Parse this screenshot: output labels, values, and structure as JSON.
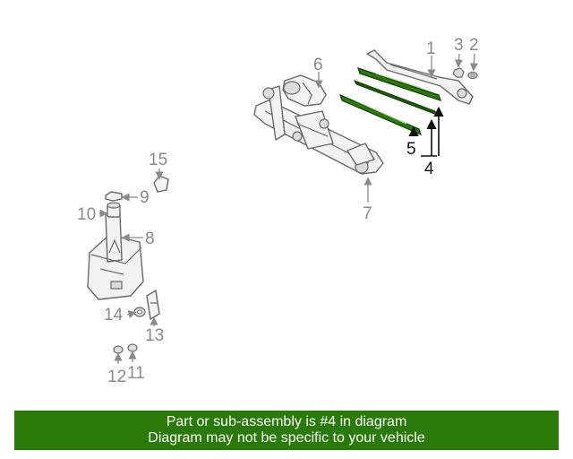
{
  "callouts": {
    "c1": "1",
    "c2": "2",
    "c3": "3",
    "c4": "4",
    "c5": "5",
    "c6": "6",
    "c7": "7",
    "c8": "8",
    "c9": "9",
    "c10": "10",
    "c11": "11",
    "c12": "12",
    "c13": "13",
    "c14": "14",
    "c15": "15"
  },
  "highlight_color": "#2a7a0a",
  "banner": {
    "line1": "Part or sub-assembly is #4 in diagram",
    "line2": "Diagram may not be specific to your vehicle",
    "background": "#2a7a0a"
  }
}
